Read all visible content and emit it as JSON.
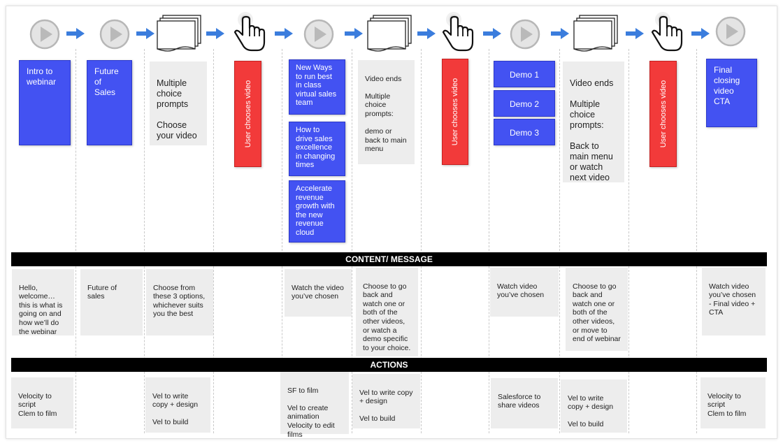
{
  "stages": {
    "s1": "Intro to webinar",
    "s2": "Future of Sales",
    "s3": "Multiple choice prompts\n\nChoose your video",
    "choose_label": "User chooses video",
    "v1": "New Ways to run best in class virtual sales team",
    "v2": "How to drive sales excellence in changing times",
    "v3": "Accelerate revenue growth with the new revenue cloud",
    "s6": "Video ends\n\nMultiple choice prompts:\n\ndemo or back to main menu",
    "demo1": "Demo 1",
    "demo2": "Demo 2",
    "demo3": "Demo 3",
    "s9": "Video ends\n\nMultiple choice prompts:\n\nBack to main menu or watch next video",
    "s11": "Final closing video CTA"
  },
  "sections": {
    "content": "CONTENT/ MESSAGE",
    "actions": "ACTIONS"
  },
  "content": {
    "c1": "Hello, welcome… this is what is going on and how we’ll do the webinar",
    "c2": "Future of sales",
    "c3": "Choose from these 3 options, whichever suits you the best",
    "c5": "Watch the video you’ve chosen",
    "c6": "Choose to go back and watch one or both of the other videos, or watch a demo specific to your choice.",
    "c8": "Watch video you’ve chosen",
    "c9": "Choose to go back and watch one or both of the other videos, or move to end of webinar",
    "c11": "Watch video you’ve chosen - Final video + CTA"
  },
  "actions": {
    "a1": "Velocity to script\nClem to film",
    "a3": "Vel to write copy + design\n\nVel to build",
    "a5": "SF to film\n\nVel to create animation\nVelocity to edit films",
    "a6": "Vel to write copy + design\n\nVel to build",
    "a8": "Salesforce to share videos",
    "a9": "Vel to write copy + design\n\nVel to build",
    "a11": "Velocity to script\nClem to film"
  },
  "colors": {
    "video_box": "#4352f2",
    "choice_box": "#f23a3a",
    "text_box": "#ededed",
    "arrow": "#3b7ddd",
    "header_bar": "#000000"
  },
  "icons": [
    "play-icon",
    "documents-icon",
    "hand-pointer-icon",
    "arrow-right-icon"
  ]
}
